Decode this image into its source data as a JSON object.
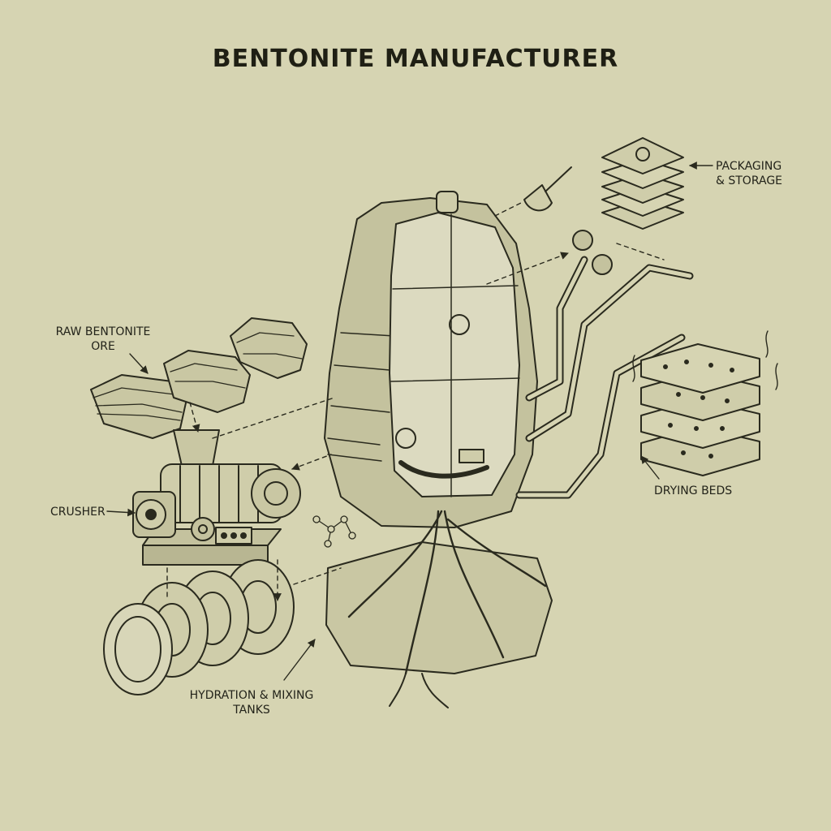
{
  "title": "BENTONITE MANUFACTURER",
  "labels": {
    "raw_ore_line1": "RAW BENTONITE",
    "raw_ore_line2": "ORE",
    "crusher": "CRUSHER",
    "hydration_line1": "HYDRATION & MIXING",
    "hydration_line2": "TANKS",
    "packaging_line1": "PACKAGING",
    "packaging_line2": "& STORAGE",
    "drying": "DRYING BEDS"
  },
  "colors": {
    "paper": "#d6d4b2",
    "ink": "#2a2a1e",
    "shade": "#bdbb97",
    "light": "#e2e0c4"
  }
}
